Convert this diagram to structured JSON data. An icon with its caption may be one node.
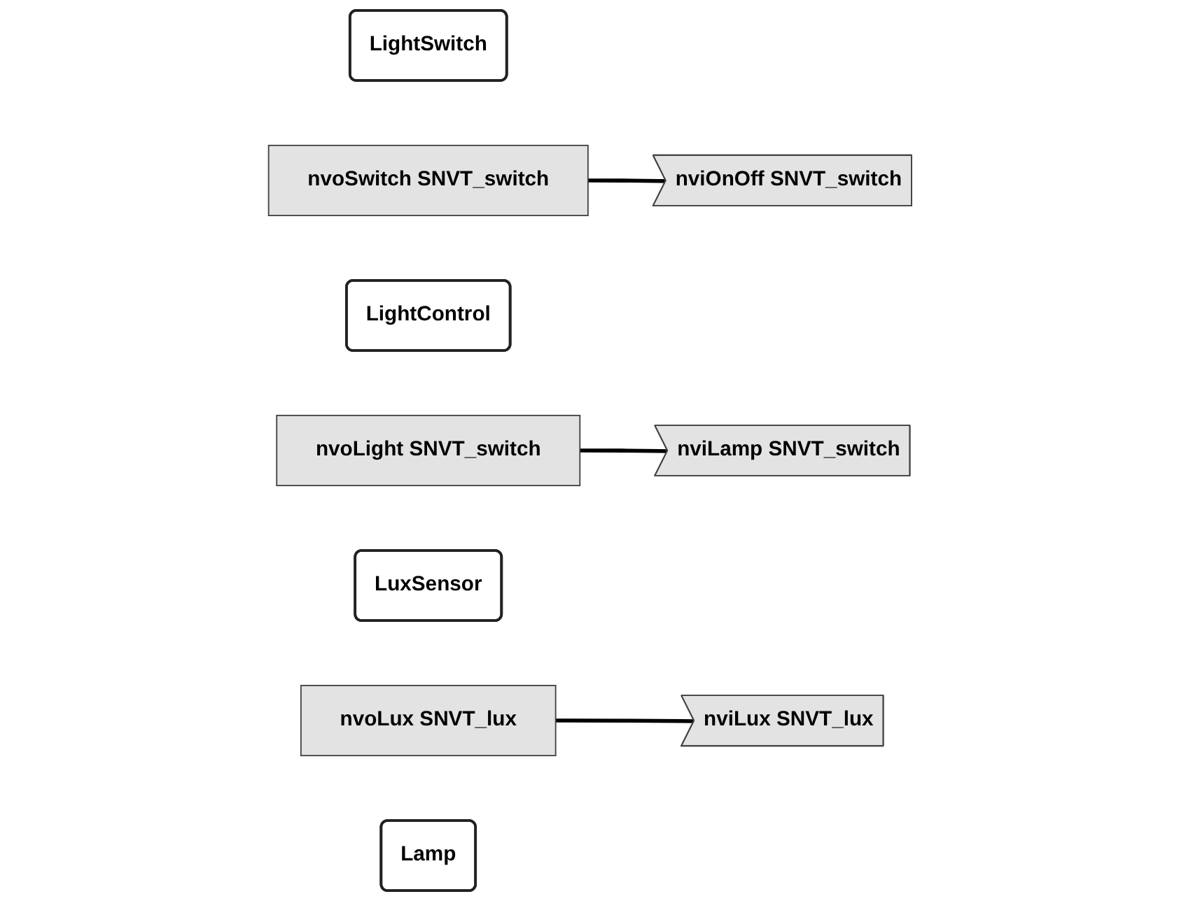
{
  "diagram": {
    "nodes": [
      {
        "text": [
          "LightSwitch"
        ]
      },
      {
        "text": [
          "nvoSwitch SNVT_switch"
        ]
      },
      {
        "text": [
          "LightControl"
        ]
      },
      {
        "text": [
          "nviOnOff SNVT_switch"
        ]
      },
      {
        "text": [
          "nviLux SNVT_lux"
        ]
      },
      {
        "text": [
          "nvoLight SNVT_switch"
        ]
      },
      {
        "text": [
          "LuxSensor"
        ]
      },
      {
        "text": [
          "nvoLux SNVT_lux"
        ]
      },
      {
        "text": [
          "Lamp"
        ]
      },
      {
        "text": [
          "nviLamp SNVT_switch"
        ]
      }
    ],
    "edges": [
      {
        "from": 1,
        "to": 3,
        "arrow": "none"
      },
      {
        "from": 7,
        "to": 4,
        "arrow": "none"
      },
      {
        "from": 5,
        "to": 9,
        "arrow": "none"
      }
    ]
  }
}
